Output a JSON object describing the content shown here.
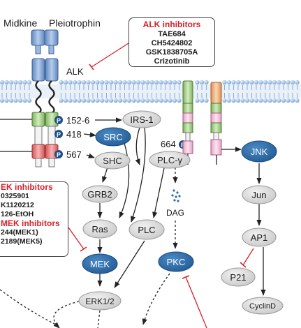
{
  "ligands": {
    "midkine": "Midkine",
    "pleiotrophin": "Pleiotrophin"
  },
  "receptor": "ALK",
  "alk_inhibitors": {
    "title": "ALK inhibitors",
    "items": [
      "TAE684",
      "CH5424802",
      "GSK1838705A",
      "Crizotinib"
    ]
  },
  "mek_inhibitors": {
    "lines": [
      {
        "text": "EK inhibitors",
        "red": true
      },
      {
        "text": "0325901",
        "red": false
      },
      {
        "text": "K1120212",
        "red": false
      },
      {
        "text": "126-EtOH",
        "red": false
      },
      {
        "text": "MEK inhibitors",
        "red": true
      },
      {
        "text": "244(MEK1)",
        "red": false
      },
      {
        "text": "2189(MEK5)",
        "red": false
      }
    ]
  },
  "phospho_sites": {
    "site1": "152-6",
    "site2": "418",
    "site3": "567",
    "site4": "664",
    "p_label": "P"
  },
  "nodes": {
    "irs1": "IRS-1",
    "src": "SRC",
    "shc": "SHC",
    "plcg": "PLC-γ",
    "grb2": "GRB2",
    "ras": "Ras",
    "plc": "PLC",
    "dag": "DAG",
    "mek": "MEK",
    "pkc": "PKC",
    "erk": "ERK1/2",
    "jnk": "JNK",
    "jun": "Jun",
    "ap1": "AP1",
    "p21": "P21",
    "cyclind": "CyclinD"
  },
  "colors": {
    "membrane": "#6a9bd0",
    "node_gray": "#d8d8d8",
    "node_blue": "#2f6ea8",
    "inhibit_red": "#d8202b",
    "receptor_blue": "#8fb1dc",
    "green": "#a9d48a",
    "red_seg": "#e87d7d",
    "orange": "#f0b27a",
    "pink": "#f6c6dd"
  }
}
